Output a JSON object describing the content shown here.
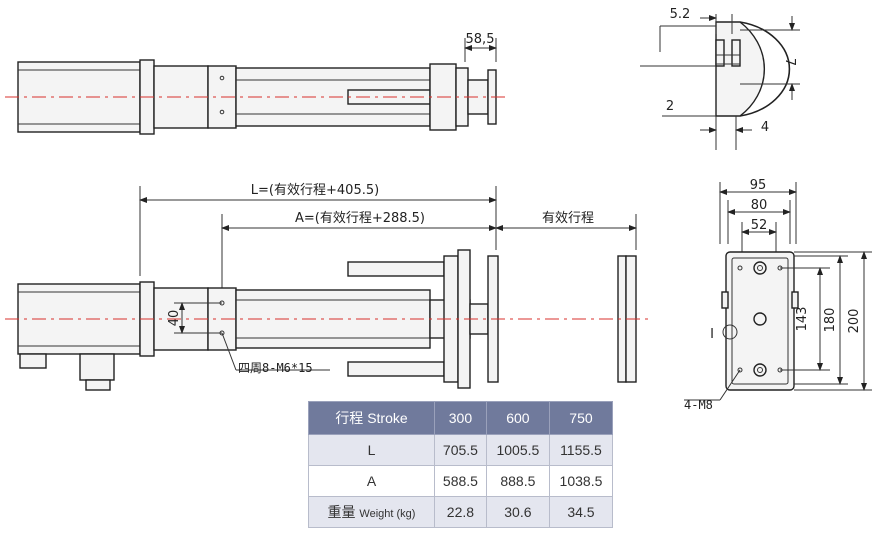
{
  "top_view": {
    "dim_end": "58,5"
  },
  "detail_view": {
    "dim_a": "5.2",
    "dim_b": "7",
    "dim_c": "2",
    "dim_d": "4"
  },
  "side_view": {
    "dim_L": "L=(有效行程+405.5)",
    "dim_A": "A=(有效行程+288.5)",
    "dim_stroke": "有效行程",
    "dim_40": "40",
    "hole_note": "四周8-M6*15"
  },
  "end_view": {
    "dim_95": "95",
    "dim_80": "80",
    "dim_52": "52",
    "dim_143": "143",
    "dim_180": "180",
    "dim_200": "200",
    "section_mark": "I",
    "hole_note": "4-M8"
  },
  "table": {
    "header_cn": "行程",
    "header_en": "Stroke",
    "strokes": [
      "300",
      "600",
      "750"
    ],
    "rows": [
      {
        "label_cn": "",
        "label_en": "L",
        "values": [
          "705.5",
          "1005.5",
          "1155.5"
        ]
      },
      {
        "label_cn": "",
        "label_en": "A",
        "values": [
          "588.5",
          "888.5",
          "1038.5"
        ]
      },
      {
        "label_cn": "重量",
        "label_en": "Weight (kg)",
        "values": [
          "22.8",
          "30.6",
          "34.5"
        ]
      }
    ]
  },
  "colors": {
    "centerline": "#d9302c",
    "table_header": "#707a9c",
    "table_shade": "#e4e6ef"
  }
}
